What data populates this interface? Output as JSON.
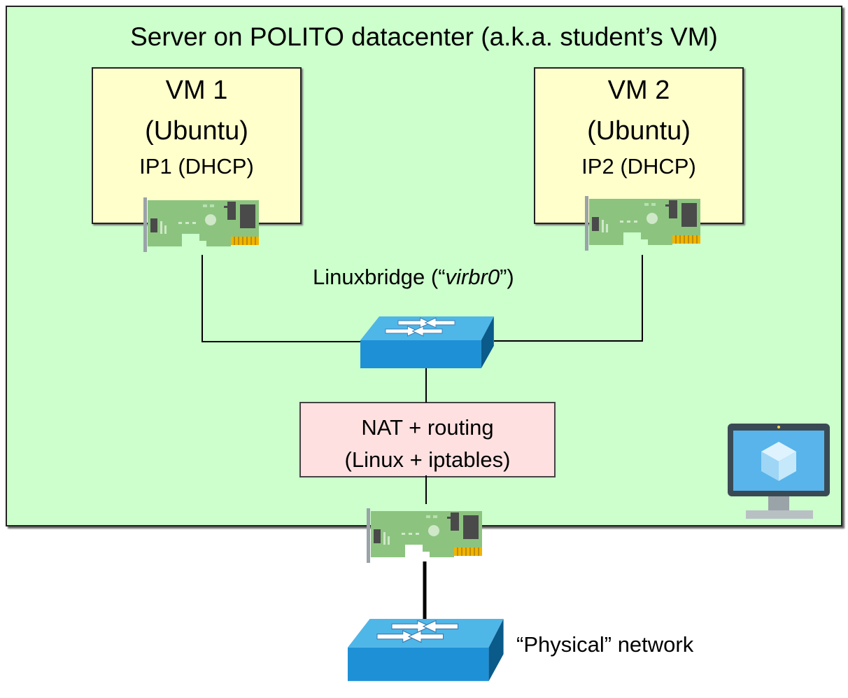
{
  "server": {
    "title": "Server on POLITO datacenter (a.k.a. student’s VM)"
  },
  "vms": [
    {
      "name": "VM 1",
      "os": "(Ubuntu)",
      "ip": "IP1 (DHCP)"
    },
    {
      "name": "VM 2",
      "os": "(Ubuntu)",
      "ip": "IP2 (DHCP)"
    }
  ],
  "bridge": {
    "prefix": "Linuxbridge (“",
    "name": "virbr0",
    "suffix": "”)"
  },
  "nat": {
    "line1": "NAT + routing",
    "line2": "(Linux + iptables)"
  },
  "physical_network": {
    "label": "“Physical” network"
  },
  "icons": {
    "nic": "network-card-icon",
    "switch": "network-switch-icon",
    "monitor": "virtual-machine-monitor-icon"
  },
  "colors": {
    "server_bg": "#ccffcc",
    "vm_bg": "#ffffcc",
    "nat_bg": "#ffe0e0",
    "switch": "#1e90d6",
    "nic": "#86c17a"
  }
}
